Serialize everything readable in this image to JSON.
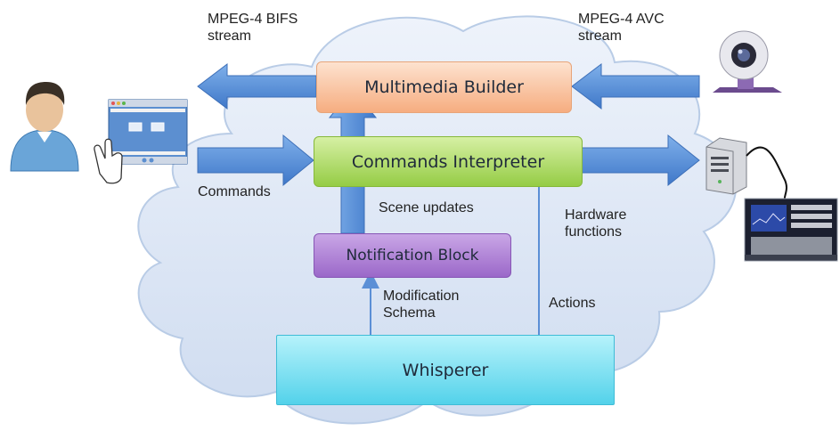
{
  "labels": {
    "bifs": "MPEG-4 BIFS\nstream",
    "avc": "MPEG-4 AVC\nstream",
    "commands": "Commands",
    "scene_updates": "Scene updates",
    "hardware": "Hardware\nfunctions",
    "modification": "Modification\nSchema",
    "actions": "Actions"
  },
  "blocks": {
    "builder": "Multimedia Builder",
    "interpreter": "Commands Interpreter",
    "notification": "Notification Block",
    "whisperer": "Whisperer"
  },
  "colors": {
    "arrow_blue": "#5b8fd6",
    "cloud_fill": "#dde8f6",
    "cloud_edge": "#b9cce6"
  },
  "icons": [
    "user-icon",
    "touch-interface-icon",
    "webcam-icon",
    "server-icon",
    "instrument-icon"
  ]
}
